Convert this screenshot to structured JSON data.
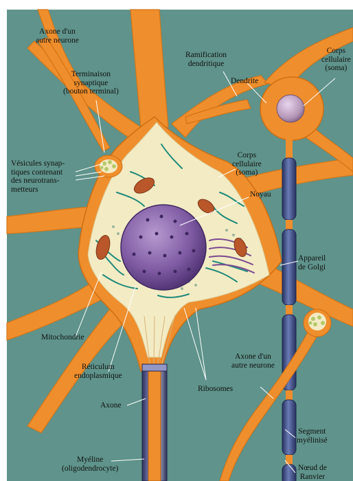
{
  "labels": {
    "axone_autre_1": [
      "Axone d'un",
      "autre neurone"
    ],
    "terminaison": [
      "Terminaison",
      "synaptique",
      "(bouton terminal)"
    ],
    "ramification": [
      "Ramification",
      "dendritique"
    ],
    "dendrite": "Dendrite",
    "corps_soma_haut": [
      "Corps",
      "cellulaire",
      "(soma)"
    ],
    "vesicules": [
      "Vésicules synap-",
      "tiques contenant",
      "des neurotrans-",
      "metteurs"
    ],
    "corps_soma_centre": [
      "Corps",
      "cellulaire",
      "(soma)"
    ],
    "noyau": "Noyau",
    "appareil_golgi": [
      "Appareil",
      "de Golgi"
    ],
    "mitochondrie": "Mitochondrie",
    "reticulum": [
      "Réticulum",
      "endoplasmique"
    ],
    "axone_autre_2": [
      "Axone d'un",
      "autre neurone"
    ],
    "ribosomes": "Ribosomes",
    "axone": "Axone",
    "segment_myelinise": [
      "Segment",
      "myélinisé"
    ],
    "myeline": [
      "Myéline",
      "(oligodendrocyte)"
    ],
    "noeud": [
      "Nœud de",
      "Ranvier"
    ]
  },
  "colors": {
    "background": "#5d9088",
    "neuron": "#ef8e2c",
    "neuron_edge": "#cf6e12",
    "cytoplasm": "#f3ebc4",
    "nucleus": "#7e5aa0",
    "mitochondria": "#b9572a",
    "er": "#1f8a7a",
    "myelin": "#3d4e8a"
  }
}
